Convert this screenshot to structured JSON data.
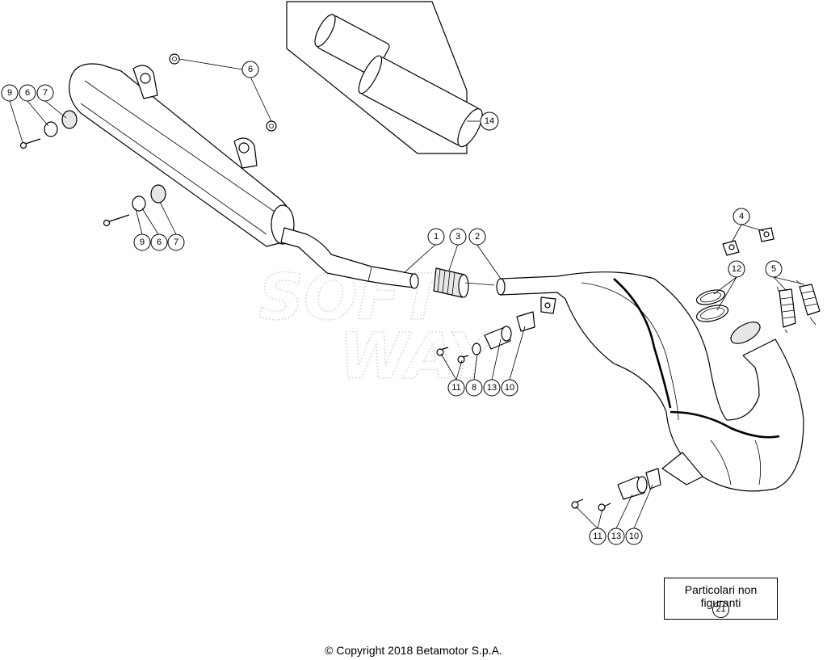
{
  "diagram": {
    "callouts": {
      "c1": "1",
      "c2": "2",
      "c3": "3",
      "c4": "4",
      "c5": "5",
      "c6a": "6",
      "c6b": "6",
      "c6c": "6",
      "c7a": "7",
      "c7b": "7",
      "c8": "8",
      "c9a": "9",
      "c9b": "9",
      "c10a": "10",
      "c10b": "10",
      "c11a": "11",
      "c11b": "11",
      "c12": "12",
      "c13a": "13",
      "c13b": "13",
      "c14": "14"
    },
    "watermark_line1": "SOFT",
    "watermark_line2": "WAY"
  },
  "note_box": {
    "title": "Particolari non figuranti",
    "number": "21"
  },
  "footer": {
    "copyright": "© Copyright 2018 Betamotor S.p.A."
  }
}
